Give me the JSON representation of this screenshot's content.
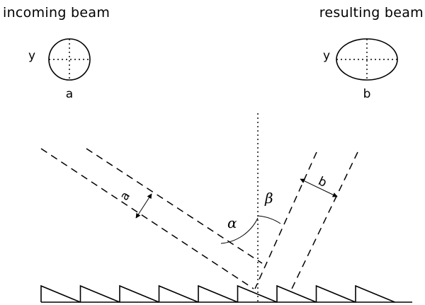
{
  "captions": {
    "incoming": "incoming beam",
    "resulting": "resulting beam"
  },
  "incoming_beam": {
    "y_label": "y",
    "width_label": "a"
  },
  "resulting_beam": {
    "y_label": "y",
    "width_label": "b"
  },
  "beams": {
    "incoming_width_label": "a",
    "outgoing_width_label": "b"
  },
  "angles": {
    "incidence": "α",
    "diffraction": "β"
  }
}
